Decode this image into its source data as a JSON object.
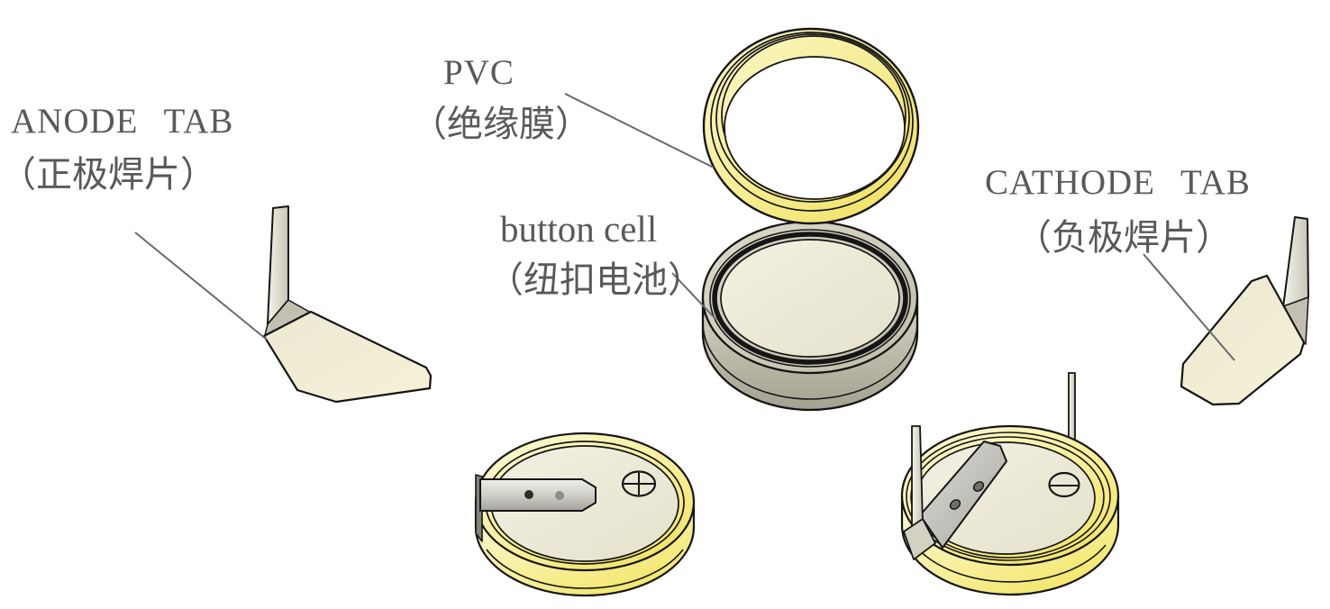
{
  "figure": {
    "type": "technical-illustration",
    "subject": "Button cell battery with solder tabs - exploded assembly diagram",
    "background_color": "#ffffff",
    "labels": {
      "anode_tab": {
        "en": "ANODE TAB",
        "zh": "（正极焊片）"
      },
      "pvc": {
        "en": "PVC",
        "zh": "（绝缘膜）"
      },
      "button_cell": {
        "en": "button cell",
        "zh": "（纽扣电池）"
      },
      "cathode_tab": {
        "en": "CATHODE TAB",
        "zh": "（负极焊片）"
      }
    },
    "icons": {
      "positive_polarity_mark": "⊕",
      "negative_polarity_mark": "⊖"
    },
    "colors": {
      "label_text": "#595959",
      "leader_line": "#6a6a6a",
      "outline": "#151515",
      "pvc_yellow": "#f2e25f",
      "pvc_yellow_light": "#fbf7cc",
      "cell_can_gray": "#b3af9d",
      "cell_face_cream": "#ece9d6",
      "tab_cream": "#f1edd2",
      "weld_tab_metal": "#b9b8b0"
    }
  }
}
